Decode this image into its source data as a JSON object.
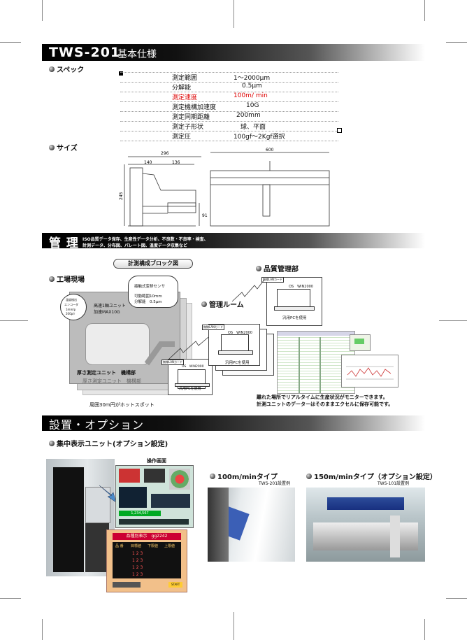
{
  "header": {
    "model": "TWS-201",
    "title": "基本仕様"
  },
  "spec": {
    "label": "スペック",
    "rows": [
      {
        "name": "測定範囲",
        "value": "1～2000μm"
      },
      {
        "name": "分解能",
        "value": "0.5μm"
      },
      {
        "name": "測定速度",
        "value": "100m/ min",
        "color": "#dd0000"
      },
      {
        "name": "測定機構加速度",
        "value": "10G"
      },
      {
        "name": "測定同期距離",
        "value": "200mm"
      },
      {
        "name": "測定子形状",
        "value": "球、平面"
      },
      {
        "name": "測定圧",
        "value": "100gf～2Kgf選択"
      }
    ]
  },
  "size": {
    "label": "サイズ",
    "dims": {
      "total": "296",
      "a": "140",
      "b": "136",
      "height": "245",
      "c": "91",
      "width": "600"
    }
  },
  "management": {
    "title": "管 理",
    "bullets": [
      "ISO品質データ保存、生産性データ分析、不良数・不良率・検査、",
      "計測データ、分布図、パレート図、温度データ収集など"
    ]
  },
  "block_diagram": {
    "title": "計測構成ブロック図",
    "factory_label": "工場現場",
    "quality_label": "品質管理部",
    "room_label": "管理ルーム",
    "sensor_title": "接触式変移センサ",
    "sensor_range": "可動範囲10mm",
    "sensor_res": "分解能　0.5μm",
    "encoder": [
      "温度検出",
      "エンコーダ",
      "1mm/p",
      "200p/r"
    ],
    "unit": [
      "高速1軸ユニット",
      "加速MAX10G"
    ],
    "thickness_unit": "厚さ測定ユニット　機構部",
    "thickness_unit_shadow": "厚さ測定ユニット　機構部",
    "hotspot": "周囲30m円がホットスポット",
    "lan_card": "無線LANカード",
    "os": "OS　WIN2000",
    "pc_label": "汎用PCを使用",
    "note1": "離れた場所でリアルタイムに生産状況がモニターできます。",
    "note2": "計測ユニットのデーターはそのままエクセルに保存可能です。"
  },
  "install": {
    "title": "設置・オプション",
    "display_unit": "集中表示ユニット(オプション設定)",
    "screen_label": "操作画面",
    "panel_title": "品種別表示　gg2242",
    "panel_headers": [
      "品 番",
      "目標値",
      "下限値",
      "上限値"
    ],
    "panel_values": [
      "1 2 3",
      "1 2 3",
      "1 2 3",
      "1 2 3"
    ],
    "counter": "1,234,567",
    "start": "START",
    "opt1": "100m/minタイプ",
    "opt1_sub": "TWS-201設置例",
    "opt2": "150m/minタイプ（オプション設定）",
    "opt2_sub": "TWS-101設置例"
  }
}
